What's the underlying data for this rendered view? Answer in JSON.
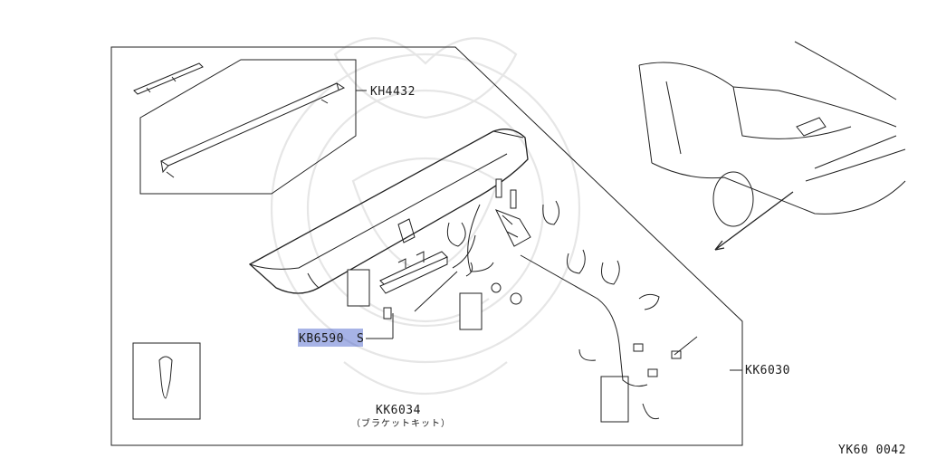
{
  "labels": {
    "kh4432": "KH4432",
    "kb6590_highlighted": "KB6590",
    "kb6590_suffix": "S",
    "kk6034": "KK6034",
    "kk6034_sub": "（ブラケットキット）",
    "kk6030": "KK6030",
    "figure_code": "YK60 0042"
  },
  "colors": {
    "highlight": "#3b57c8",
    "line": "#222222",
    "watermark": "#e6e6e6"
  }
}
